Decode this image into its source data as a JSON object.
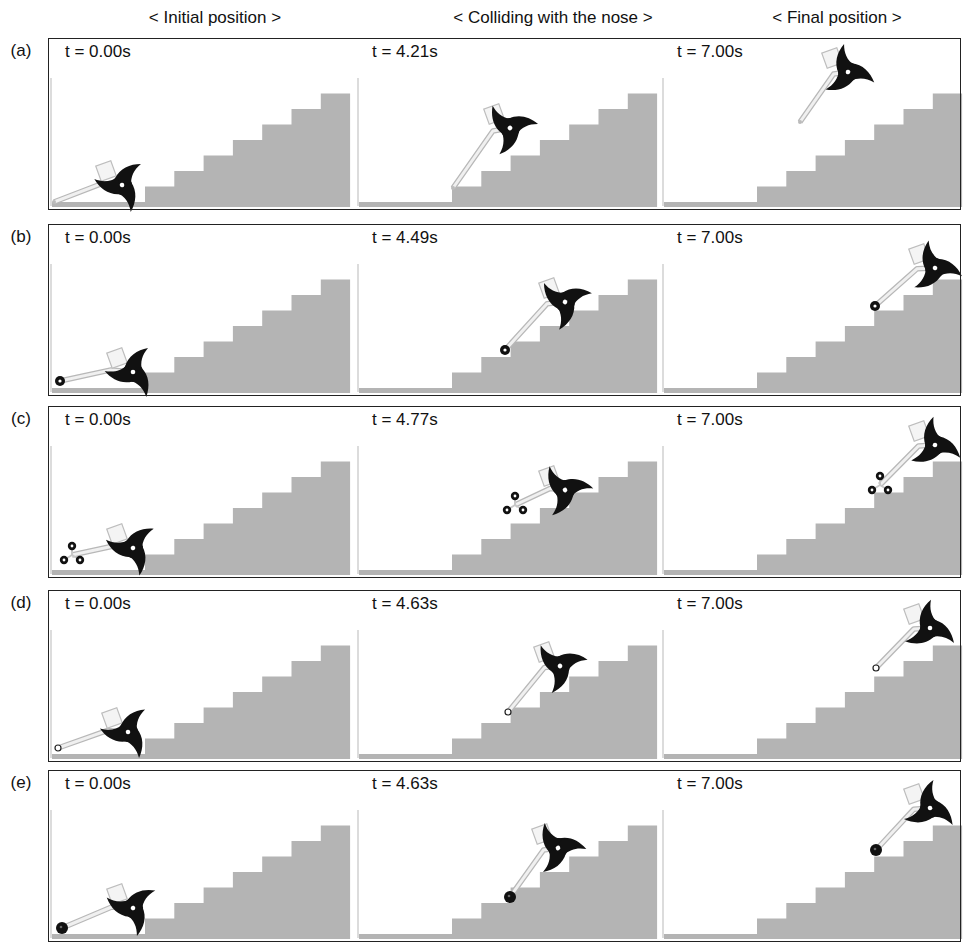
{
  "diagram": {
    "nodes": [
      {
        "text": [
          "(a)",
          "t = 0.00s",
          "t = 4.21s",
          "t = 7.00s"
        ]
      },
      {
        "text": [
          "(b)",
          "t = 0.00s",
          "t = 4.49s",
          "t = 7.00s"
        ]
      },
      {
        "text": [
          "(c)",
          "t = 0.00s",
          "t = 4.77s",
          "t = 7.00s"
        ]
      },
      {
        "text": [
          "(d)",
          "t = 0.00s",
          "t = 4.63s",
          "t = 7.00s"
        ]
      },
      {
        "text": [
          "(e)",
          "t = 0.00s",
          "t = 4.63s",
          "t = 7.00s"
        ]
      }
    ],
    "labels": [
      "< Initial position >",
      "< Colliding with the nose >",
      "< Final position >"
    ]
  }
}
